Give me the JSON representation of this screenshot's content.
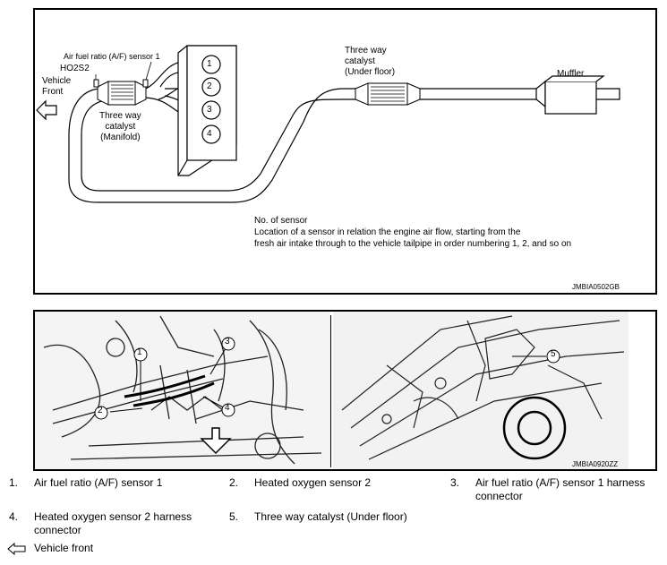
{
  "top_diagram": {
    "sensor1_label": "Air fuel ratio (A/F) sensor 1",
    "ho2s2_label": "HO2S2",
    "vehicle_front_label": "Vehicle\nFront",
    "manifold_catalyst_label": "Three way\ncatalyst\n(Manifold)",
    "underfloor_catalyst_label": "Three way\ncatalyst\n(Under floor)",
    "muffler_label": "Muffler",
    "cylinders": [
      "1",
      "2",
      "3",
      "4"
    ],
    "note_title": "No. of sensor",
    "note_line1": "Location of a sensor in relation the engine air flow, starting from the",
    "note_line2": "fresh air intake through to the vehicle tailpipe in order numbering 1, 2, and so on",
    "image_code": "JMBIA0502GB"
  },
  "bottom_photos": {
    "callouts_left": [
      "1",
      "2",
      "3",
      "4"
    ],
    "callouts_right": [
      "5"
    ],
    "image_code": "JMBIA0920ZZ"
  },
  "legend": [
    {
      "num": "1.",
      "text": "Air fuel ratio (A/F) sensor 1"
    },
    {
      "num": "2.",
      "text": "Heated oxygen sensor 2"
    },
    {
      "num": "3.",
      "text": "Air fuel ratio (A/F) sensor 1 harness\nconnector"
    },
    {
      "num": "4.",
      "text": "Heated oxygen sensor 2 harness\nconnector"
    },
    {
      "num": "5.",
      "text": "Three way catalyst (Under floor)"
    }
  ],
  "vehicle_front_legend": "Vehicle front"
}
